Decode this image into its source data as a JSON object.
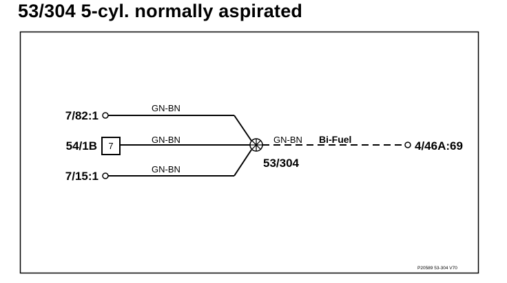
{
  "title": "53/304 5-cyl. normally aspirated",
  "connectors": {
    "top": "7/82:1",
    "middle": "54/1B",
    "middle_box": "7",
    "bottom": "7/15:1",
    "right": "4/46A:69"
  },
  "wires": {
    "top": "GN-BN",
    "middle": "GN-BN",
    "bottom": "GN-BN",
    "right": "GN-BN"
  },
  "splice": "53/304",
  "option_label": "Bi-Fuel",
  "reference": "P20589  53-304  V70"
}
